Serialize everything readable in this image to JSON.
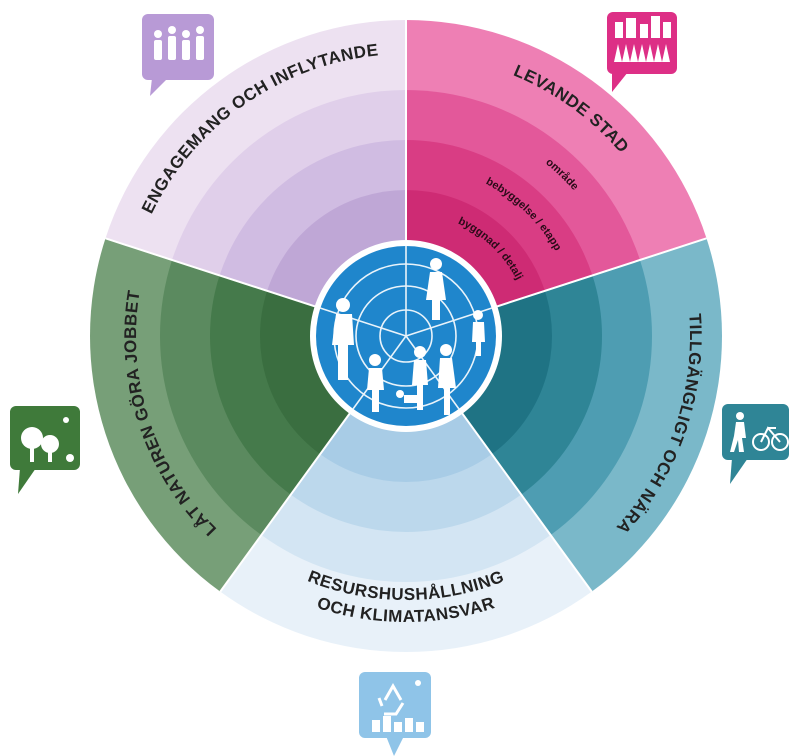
{
  "segments": [
    {
      "id": "levande",
      "label": "LEVANDE STAD",
      "icon": "city-crowd-icon",
      "colors": [
        "#ee7fb4",
        "#e3589a",
        "#d93d84",
        "#ce2b74"
      ]
    },
    {
      "id": "tillganglig",
      "label": "TILLGÄNGLIGT OCH NÄRA",
      "icon": "walk-bike-icon",
      "colors": [
        "#7ab8c9",
        "#4e9db2",
        "#2f8596",
        "#1f7384"
      ]
    },
    {
      "id": "resurs",
      "label_lines": [
        "RESURSHUSHÅLLNING",
        "OCH KLIMATANSVAR"
      ],
      "icon": "recycle-icon",
      "colors": [
        "#e8f1f9",
        "#d3e5f3",
        "#bcd8ec",
        "#a8cce6"
      ]
    },
    {
      "id": "natur",
      "label": "LÅT NATUREN GÖRA JOBBET",
      "icon": "trees-icon",
      "colors": [
        "#779f78",
        "#5b8a5f",
        "#457a4b",
        "#3a6e40"
      ]
    },
    {
      "id": "engagemang",
      "label": "ENGAGEMANG OCH INFLYTANDE",
      "icon": "people-talk-icon",
      "colors": [
        "#ede1f1",
        "#e0cfea",
        "#d0bce2",
        "#bfa7d6"
      ]
    }
  ],
  "ring_labels": [
    "område",
    "bebyggelse / etapp",
    "byggnad / detalj"
  ],
  "center": {
    "icon": "people-center-icon",
    "color": "#1f86cc",
    "border": "#ffffff"
  }
}
